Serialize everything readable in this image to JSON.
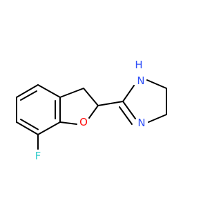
{
  "molecule": {
    "atoms": {
      "fluorine": "F",
      "ring_oxygen": "O",
      "amine_nitrogen": "N",
      "amine_hydrogen": "H",
      "imine_nitrogen": "N"
    }
  },
  "colors": {
    "fluorine": "#33cccc",
    "oxygen": "#ff0d0d",
    "nitrogen": "#3050f8",
    "bond": "#000000",
    "background": "#ffffff"
  }
}
